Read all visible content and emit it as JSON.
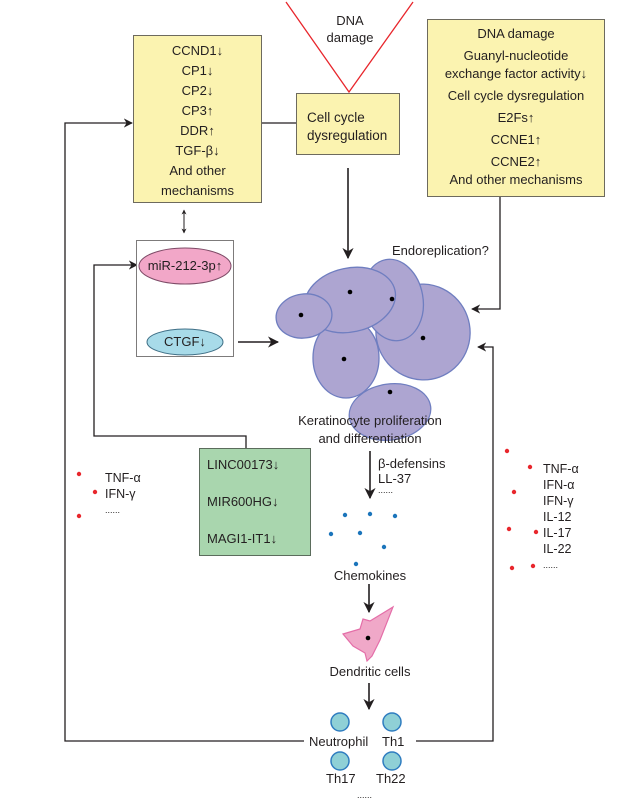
{
  "yellow_left_box": {
    "items": [
      "CCND1↓",
      "CP1↓",
      "CP2↓",
      "CP3↑",
      "DDR↑",
      "TGF-β↓",
      "And other",
      "mechanisms"
    ]
  },
  "dna_damage_top": {
    "line1": "DNA",
    "line2": "damage"
  },
  "cell_cycle_box": {
    "line1": "Cell cycle",
    "line2": "dysregulation"
  },
  "yellow_right_box": {
    "items": [
      "DNA damage",
      "Guanyl-nucleotide",
      "exchange factor activity↓",
      "Cell cycle dysregulation",
      "E2Fs↑",
      "CCNE1↑",
      "CCNE2↑",
      "And other mechanisms"
    ]
  },
  "endoreplication_label": "Endoreplication?",
  "mir_box": {
    "mirna": "miR-212-3p↑",
    "target": "CTGF↓"
  },
  "keratinocyte_label": {
    "line1": "Keratinocyte proliferation",
    "line2": "and differentiation"
  },
  "amp_label": {
    "line1": "β-defensins",
    "line2": "LL-37",
    "line3": "......"
  },
  "lncrna_box": {
    "items": [
      "LINC00173↓",
      "MIR600HG↓",
      "MAGI1-IT1↓"
    ]
  },
  "left_cytokines": {
    "items": [
      "TNF-α",
      "IFN-γ",
      "......"
    ]
  },
  "right_cytokines": {
    "items": [
      "TNF-α",
      "IFN-α",
      "IFN-γ",
      "IL-12",
      "IL-17",
      "IL-22",
      "......"
    ]
  },
  "chemokines_label": "Chemokines",
  "dendritic_label": "Dendritic cells",
  "immune_cells": {
    "neutrophil": "Neutrophil",
    "th1": "Th1",
    "th17": "Th17",
    "th22": "Th22",
    "more": "......"
  },
  "colors": {
    "box_yellow": "#fbf3b0",
    "box_green": "#a9d6ae",
    "keratinocyte_fill": "#ada5d1",
    "keratinocyte_stroke": "#6f7ec0",
    "mirna_fill": "#f2a7c8",
    "ctgf_fill": "#a8dbe9",
    "dendritic_fill": "#f0a8c8",
    "immune_fill": "#8fd0d6",
    "immune_stroke": "#2f7dc0",
    "dna_red": "#e8262c",
    "cytokine_red": "#e8262c",
    "chemokine_blue": "#1b75bb"
  }
}
